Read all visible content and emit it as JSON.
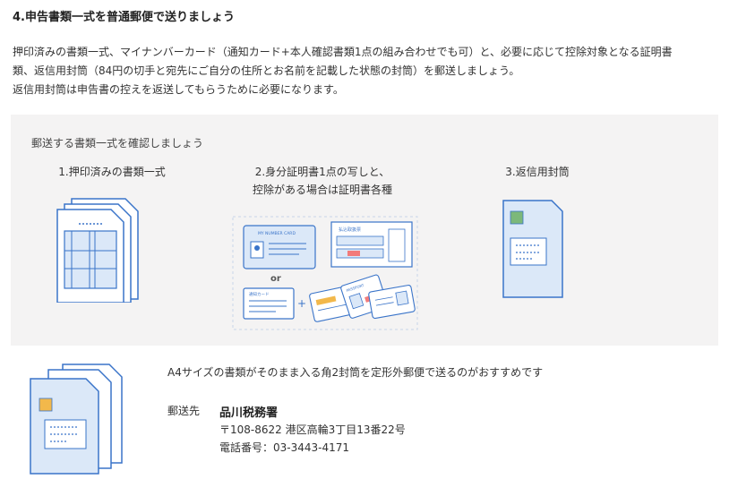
{
  "heading": "4.申告書類一式を普通郵便で送りましょう",
  "intro": {
    "line1": "押印済みの書類一式、マイナンバーカード（通知カード+本人確認書類1点の組み合わせでも可）と、必要に応じて控除対象となる証明書",
    "line2": "類、返信用封筒（84円の切手と宛先にご自分の住所とお名前を記載した状態の封筒）を郵送しましょう。",
    "line3": "返信用封筒は申告書の控えを返送してもらうために必要になります。"
  },
  "checklist": {
    "title": "郵送する書類一式を確認しましょう",
    "items": [
      {
        "label": "1.押印済みの書類一式"
      },
      {
        "label_line1": "2.身分証明書1点の写しと、",
        "label_line2": "控除がある場合は証明書各種"
      },
      {
        "label": "3.返信用封筒"
      }
    ],
    "card_text": {
      "my_number_card": "MY NUMBER CARD",
      "or": "or",
      "notice_card": "通知カード",
      "payment_slip": "払込取扱票",
      "passport": "PASSPORT"
    }
  },
  "mailing": {
    "note": "A4サイズの書類がそのまま入る角2封筒を定形外郵便で送るのがおすすめです",
    "dest_label": "郵送先",
    "office_name": "品川税務署",
    "address": "〒108-8622 港区高輪3丁目13番22号",
    "phone": "電話番号：03-3443-4171"
  },
  "colors": {
    "accent_blue": "#3a74c9",
    "light_blue": "#dbe8f8",
    "stamp_green": "#7cb87a",
    "stamp_orange": "#f2b84b",
    "panel_bg": "#f4f3f3"
  }
}
